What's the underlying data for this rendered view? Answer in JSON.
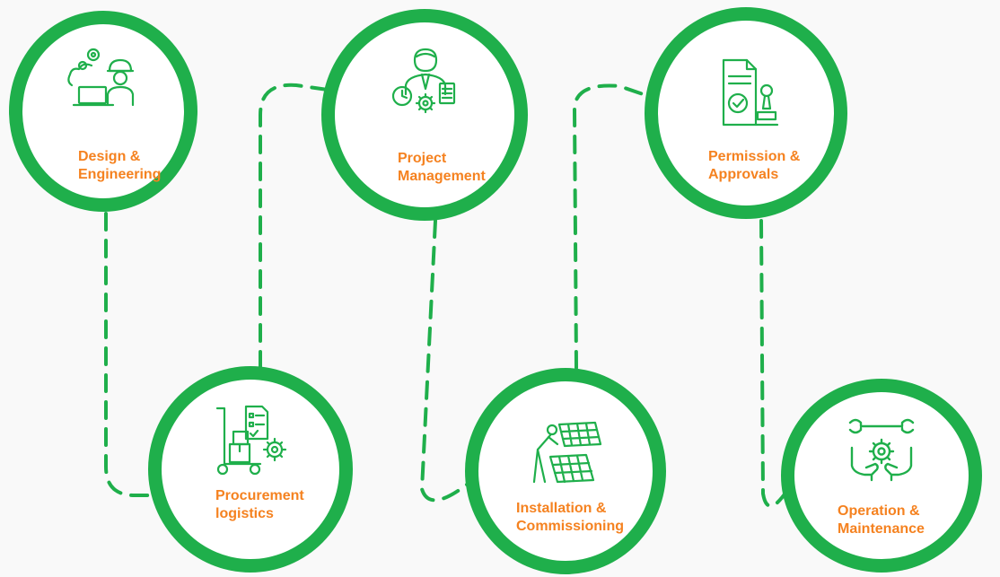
{
  "colors": {
    "ring": "#1faf4b",
    "label": "#f58220",
    "background": "#f9f9f9",
    "connector": "#1faf4b"
  },
  "steps": [
    {
      "label": "Design &\nEngineering",
      "icon": "engineer-laptop-icon"
    },
    {
      "label": "Project\nManagement",
      "icon": "project-manager-icon"
    },
    {
      "label": "Permission &\nApprovals",
      "icon": "approval-stamp-icon"
    },
    {
      "label": "Procurement\nlogistics",
      "icon": "procurement-cart-icon"
    },
    {
      "label": "Installation &\nCommissioning",
      "icon": "solar-installer-icon"
    },
    {
      "label": "Operation &\nMaintenance",
      "icon": "maintenance-wrench-icon"
    }
  ]
}
